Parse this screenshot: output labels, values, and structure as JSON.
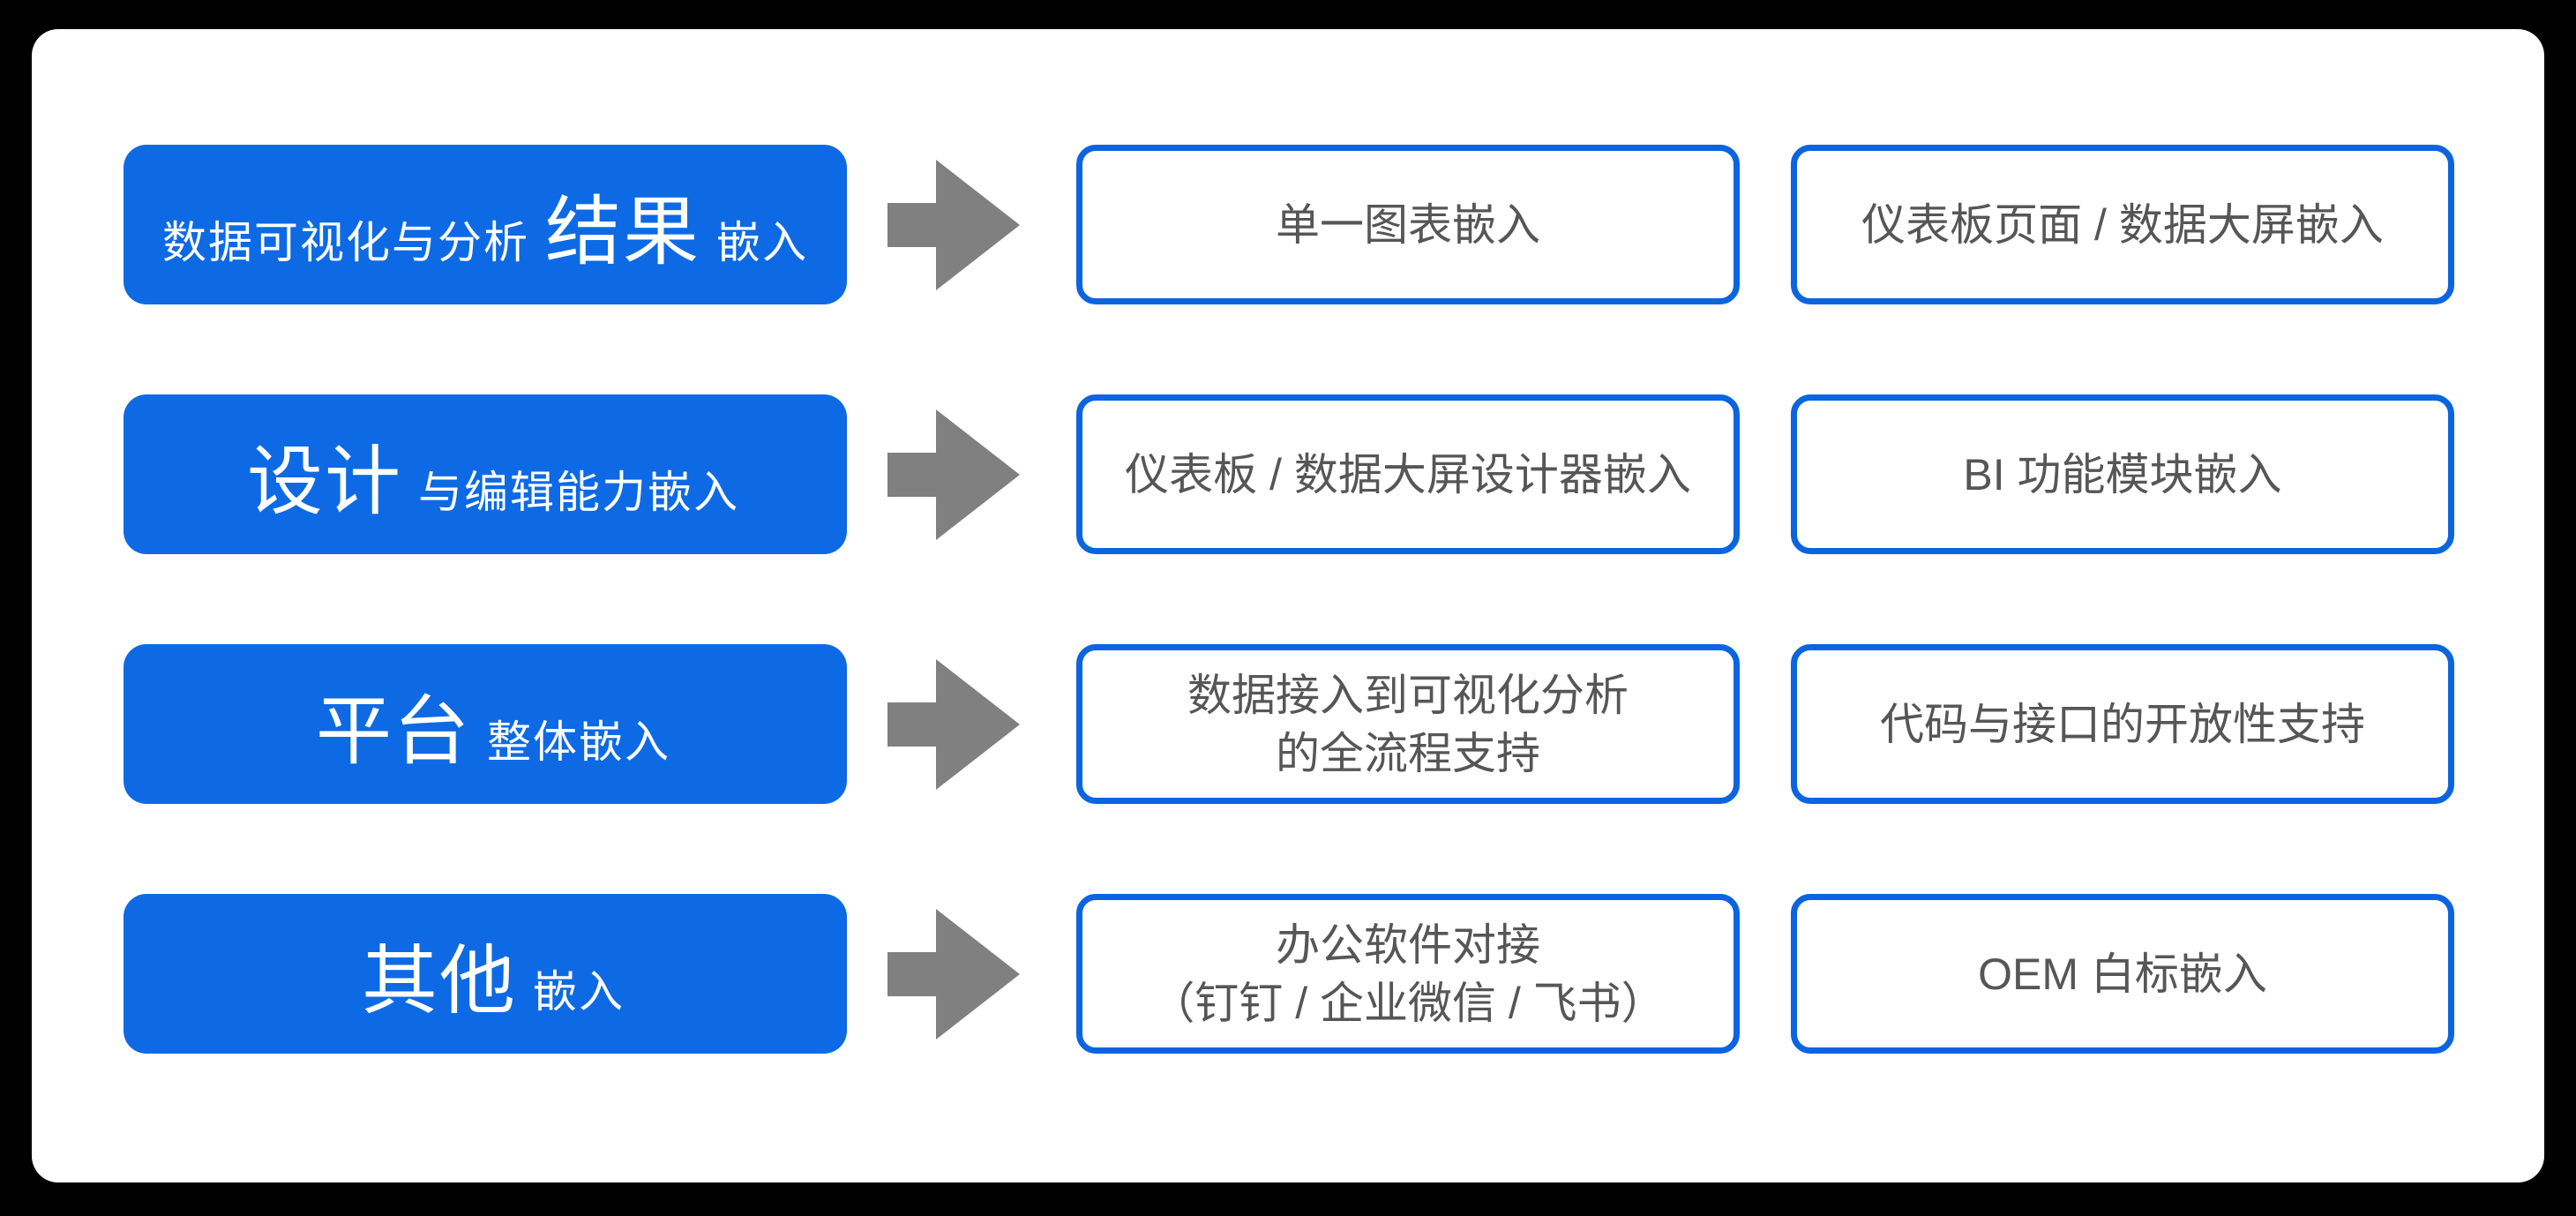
{
  "colors": {
    "page_bg": "#000000",
    "card_bg": "#ffffff",
    "blue_fill": "#0d6ae4",
    "blue_border": "#0b64e0",
    "arrow_gray": "#808080",
    "text_gray": "#565656",
    "text_white": "#ffffff"
  },
  "icons": {
    "arrow": "right-block-arrow"
  },
  "rows": [
    {
      "label": {
        "prefix": "数据可视化与分析",
        "emphasis": "结果",
        "suffix": "嵌入"
      },
      "targets": [
        {
          "lines": [
            "单一图表嵌入"
          ]
        },
        {
          "lines": [
            "仪表板页面 / 数据大屏嵌入"
          ]
        }
      ]
    },
    {
      "label": {
        "prefix": "",
        "emphasis": "设计",
        "suffix": "与编辑能力嵌入"
      },
      "targets": [
        {
          "lines": [
            "仪表板 / 数据大屏设计器嵌入"
          ]
        },
        {
          "lines": [
            "BI 功能模块嵌入"
          ]
        }
      ]
    },
    {
      "label": {
        "prefix": "",
        "emphasis": "平台",
        "suffix": "整体嵌入"
      },
      "targets": [
        {
          "lines": [
            "数据接入到可视化分析",
            "的全流程支持"
          ]
        },
        {
          "lines": [
            "代码与接口的开放性支持"
          ]
        }
      ]
    },
    {
      "label": {
        "prefix": "",
        "emphasis": "其他",
        "suffix": "嵌入"
      },
      "targets": [
        {
          "lines": [
            "办公软件对接",
            "（钉钉 / 企业微信 / 飞书）"
          ]
        },
        {
          "lines": [
            "OEM 白标嵌入"
          ]
        }
      ]
    }
  ]
}
